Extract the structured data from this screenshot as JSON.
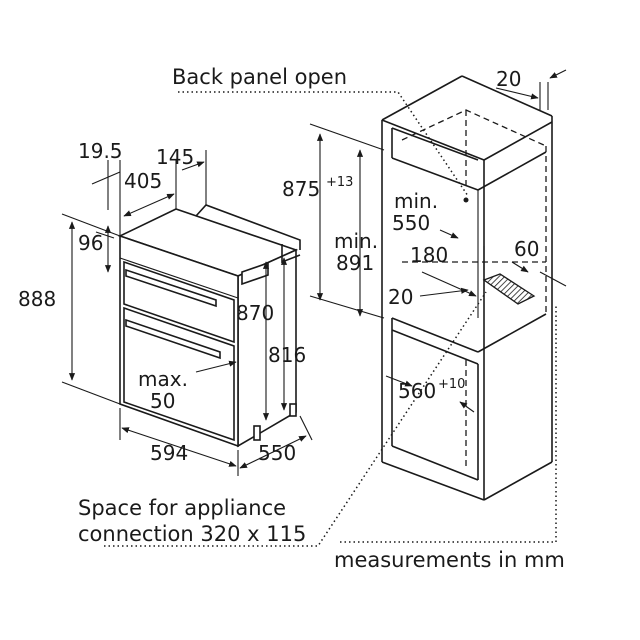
{
  "captions": {
    "back_panel": "Back panel open",
    "space_line1": "Space for appliance",
    "space_line2": "connection 320 x 115",
    "units": "measurements in mm"
  },
  "oven_dims": {
    "d_19_5": "19.5",
    "d_145": "145",
    "d_405": "405",
    "d_96": "96",
    "d_888": "888",
    "d_870": "870",
    "d_816": "816",
    "d_594": "594",
    "d_550": "550",
    "max_label": "max.",
    "max_value": "50"
  },
  "niche_dims": {
    "d_20_top": "20",
    "d_875": "875",
    "d_875_tol": "+13",
    "min_label_891": "min.",
    "d_891": "891",
    "min_label_550": "min.",
    "d_550": "550",
    "d_180": "180",
    "d_60": "60",
    "d_20_mid": "20",
    "d_560": "560",
    "d_560_tol": "+10"
  }
}
